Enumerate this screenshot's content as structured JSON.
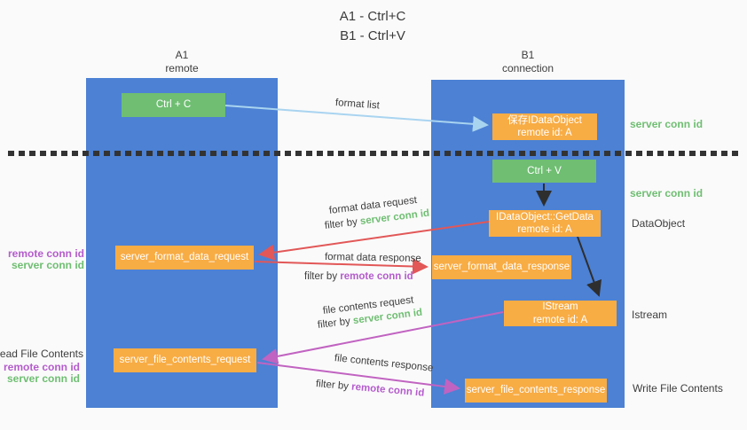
{
  "title": {
    "line1": "A1 - Ctrl+C",
    "line2": "B1 - Ctrl+V"
  },
  "lanes": {
    "a1": {
      "name": "A1",
      "subtitle": "remote"
    },
    "b1": {
      "name": "B1",
      "subtitle": "connection"
    }
  },
  "nodes": {
    "ctrl_c": {
      "label": "Ctrl + C"
    },
    "save_dataobject": {
      "line1": "保存IDataObject",
      "line2": "remote id: A"
    },
    "ctrl_v": {
      "label": "Ctrl + V"
    },
    "getdata": {
      "line1": "IDataObject::GetData",
      "line2": "remote id: A"
    },
    "format_request": {
      "label": "server_format_data_request"
    },
    "format_response": {
      "label": "server_format_data_response"
    },
    "istream": {
      "line1": "IStream",
      "line2": "remote id: A"
    },
    "file_request": {
      "label": "server_file_contents_request"
    },
    "file_response": {
      "label": "server_file_contents_response"
    }
  },
  "labels": {
    "format_list": "format list",
    "format_data_request": "format data request",
    "format_data_response": "format data response",
    "file_contents_request": "file contents request",
    "file_contents_response": "file contents response",
    "filter_by": "filter by",
    "server_conn_id": "server conn id",
    "remote_conn_id": "remote conn id",
    "dataobject": "DataObject",
    "istream": "Istream",
    "read_file_contents": "Read File Contents",
    "write_file_contents": "Write File Contents"
  },
  "colors": {
    "lane_blue": "#4c81d4",
    "box_green": "#6fbe72",
    "box_orange": "#f8ac44",
    "arrow_light_blue": "#a9d4f0",
    "arrow_red": "#e25757",
    "arrow_magenta": "#c163c1",
    "arrow_black": "#2e2e2e",
    "text_green": "#6fbe72",
    "text_purple": "#b45ccc",
    "text_dark": "#3d3d3d",
    "background": "#fafafa"
  }
}
